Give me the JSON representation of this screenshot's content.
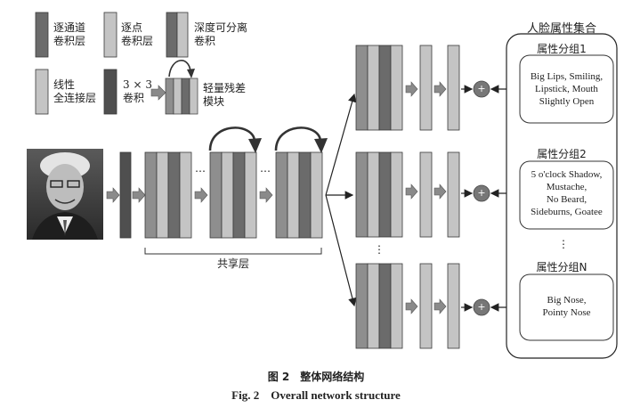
{
  "legend": {
    "depthwise_conv": "逐通道\n卷积层",
    "pointwise_conv": "逐点\n卷积层",
    "separable_conv": "深度可分离\n卷积",
    "fc_layer": "线性\n全连接层",
    "conv3x3": "3 × 3\n卷积",
    "light_residual": "轻量残差\n模块"
  },
  "shared_layers_label": "共享层",
  "ellipsis": "…",
  "vertical_ellipsis": "⋮",
  "plus_symbol": "+",
  "attribute_set": {
    "title": "人脸属性集合",
    "groups": [
      {
        "title": "属性分组1",
        "attributes": "Big Lips, Smiling,\nLipstick, Mouth\nSlightly Open"
      },
      {
        "title": "属性分组2",
        "attributes": "5 o'clock Shadow,\nMustache,\nNo Beard,\nSideburns, Goatee"
      },
      {
        "title": "属性分组N",
        "attributes": "Big Nose,\nPointy Nose"
      }
    ]
  },
  "caption": {
    "cn": "图 2　整体网络结构",
    "en": "Fig. 2    Overall network structure"
  },
  "colors": {
    "dark_gray": "#6b6b6b",
    "mid_gray": "#8e8e8e",
    "light_gray": "#c4c4c4",
    "very_dark": "#4f4f4f",
    "stroke": "#3a3a3a"
  }
}
